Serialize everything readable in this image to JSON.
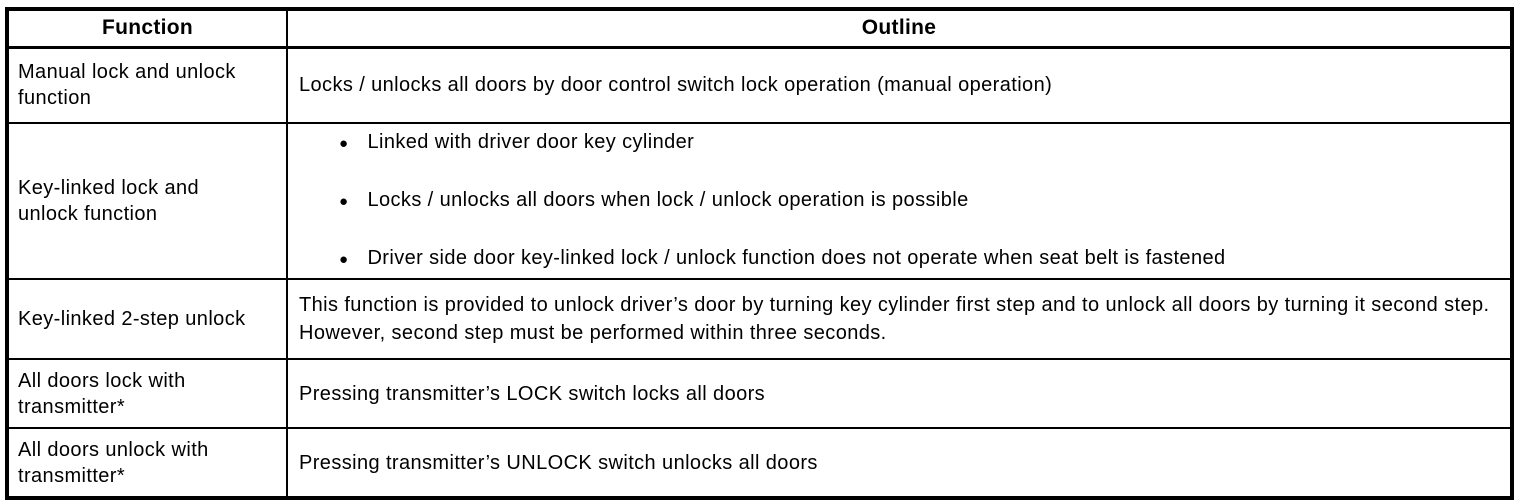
{
  "colors": {
    "border": "#000000",
    "background": "#ffffff",
    "text": "#000000"
  },
  "icons": {
    "bullet_glyph": "●"
  },
  "table": {
    "headers": {
      "function": "Function",
      "outline": "Outline"
    },
    "rows": [
      {
        "function": "Manual lock and unlock function",
        "outline_text": "Locks / unlocks all doors by door control switch lock operation (manual operation)"
      },
      {
        "function": "Key-linked lock and unlock function",
        "bullets": [
          "Linked with driver door key cylinder",
          "Locks / unlocks all doors when lock / unlock operation is possible",
          "Driver side door key-linked lock / unlock function does not operate when seat belt is fastened"
        ]
      },
      {
        "function": "Key-linked 2-step unlock",
        "outline_text": "This function is provided to unlock driver’s door by turning key cylinder first step and to unlock all doors by turning it second step. However, second step must be performed within three seconds."
      },
      {
        "function": "All doors lock with transmitter*",
        "outline_text": "Pressing transmitter’s LOCK switch locks all doors"
      },
      {
        "function": "All doors unlock with transmitter*",
        "outline_text": "Pressing transmitter’s UNLOCK switch unlocks all doors"
      }
    ]
  }
}
